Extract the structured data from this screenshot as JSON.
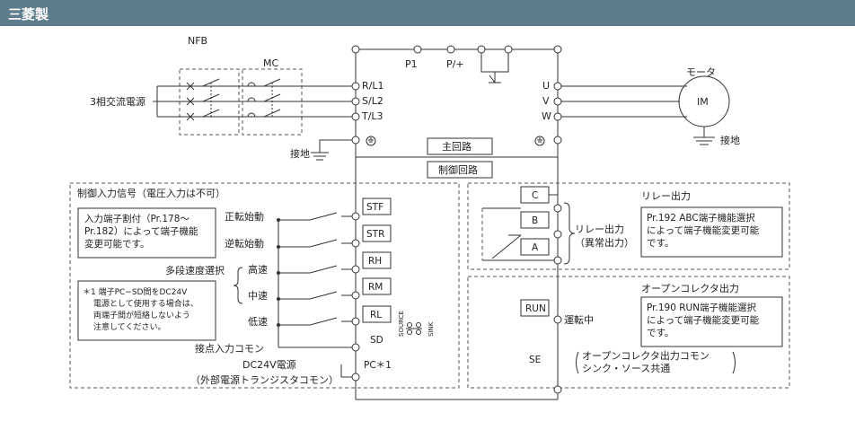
{
  "header": {
    "title": "三菱製"
  },
  "colors": {
    "header_bg": "#5e7d8c",
    "line": "#333333",
    "dash": "#555555"
  },
  "power": {
    "nfb": "NFB",
    "mc": "MC",
    "supply": "3相交流電源",
    "terminals": [
      "R/L1",
      "S/L2",
      "T/L3"
    ],
    "ground_left": "接地",
    "dc_terminals": [
      "P1",
      "P/+"
    ],
    "outputs": [
      "U",
      "V",
      "W"
    ],
    "motor": "モータ",
    "motor_label": "IM",
    "ground_right": "接地",
    "main_circuit": "主回路",
    "control_circuit": "制御回路"
  },
  "input_group": {
    "title": "制御入力信号（電圧入力は不可）",
    "note1": [
      "入力端子割付（Pr.178〜",
      "Pr.182）によって端子機能",
      "変更可能です。"
    ],
    "note2": [
      "＊1 端子PC−SD間をDC24V",
      "電源として使用する場合は、",
      "両端子間が短絡しないよう",
      "注意してください。"
    ],
    "signals": [
      "正転始動",
      "逆転始動",
      "高速",
      "中速",
      "低速"
    ],
    "multi_speed": "多段速度選択",
    "terminals": [
      "STF",
      "STR",
      "RH",
      "RM",
      "RL",
      "SD",
      "PC＊1"
    ],
    "source": "SOURCE",
    "sink": "SINK",
    "contact_common": "接点入力コモン",
    "dc24v": "DC24V電源",
    "dc24v_sub": "（外部電源トランジスタコモン）"
  },
  "relay_group": {
    "title": "リレー出力",
    "terminals": [
      "C",
      "B",
      "A"
    ],
    "side_label": [
      "リレー出力",
      "（異常出力）"
    ],
    "note": [
      "Pr.192 ABC端子機能選択",
      "によって端子機能変更可能",
      "です。"
    ]
  },
  "oc_group": {
    "title": "オープンコレクタ出力",
    "terminals": [
      "RUN",
      "SE"
    ],
    "run_label": "運転中",
    "common_label": [
      "オープンコレクタ出力コモン",
      "シンク・ソース共通"
    ],
    "note": [
      "Pr.190 RUN端子機能選択",
      "によって端子機能変更可能",
      "です。"
    ]
  }
}
